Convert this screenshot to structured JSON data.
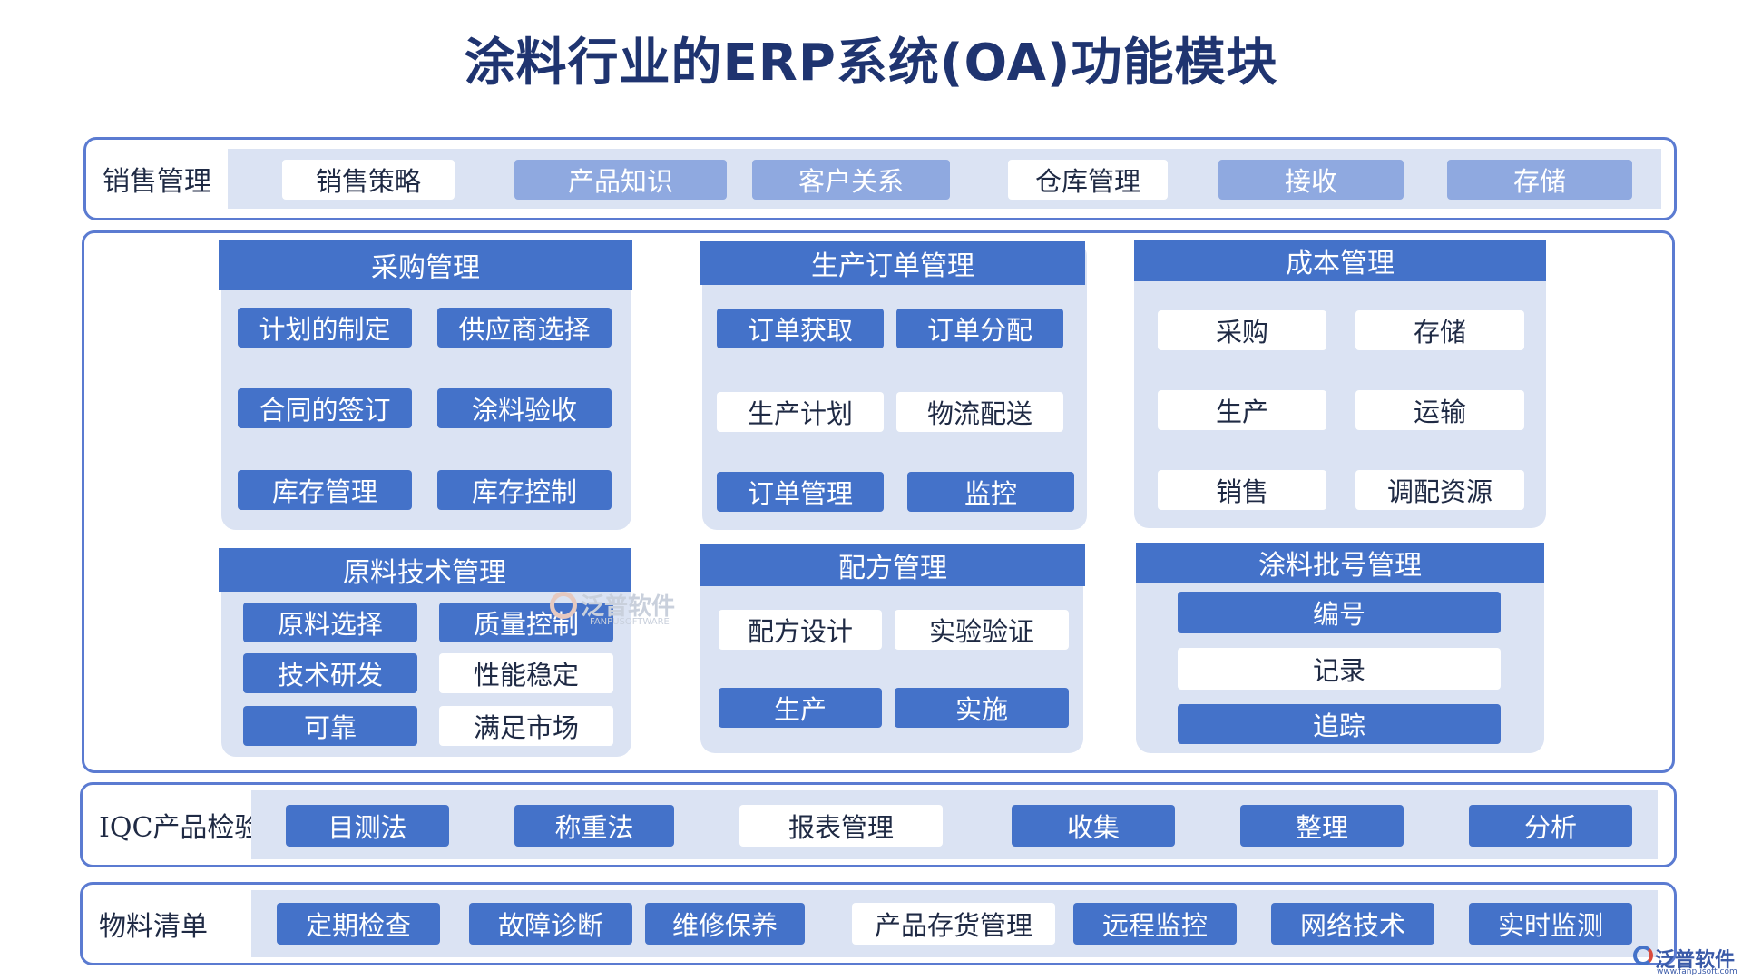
{
  "title": "涂料行业的ERP系统(OA)功能模块",
  "sales": {
    "label": "销售管理",
    "items": [
      "销售策略",
      "产品知识",
      "客户关系",
      "仓库管理",
      "接收",
      "存储"
    ]
  },
  "procurement": {
    "label": "采购管理",
    "items": [
      "计划的制定",
      "供应商选择",
      "合同的签订",
      "涂料验收",
      "库存管理",
      "库存控制"
    ]
  },
  "production_order": {
    "label": "生产订单管理",
    "items": [
      "订单获取",
      "订单分配",
      "生产计划",
      "物流配送",
      "订单管理",
      "监控"
    ]
  },
  "cost": {
    "label": "成本管理",
    "items": [
      "采购",
      "存储",
      "生产",
      "运输",
      "销售",
      "调配资源"
    ]
  },
  "raw_material": {
    "label": "原料技术管理",
    "items": [
      "原料选择",
      "质量控制",
      "技术研发",
      "性能稳定",
      "可靠",
      "满足市场"
    ]
  },
  "formula": {
    "label": "配方管理",
    "items": [
      "配方设计",
      "实验验证",
      "生产",
      "实施"
    ]
  },
  "batch": {
    "label": "涂料批号管理",
    "items": [
      "编号",
      "记录",
      "追踪"
    ]
  },
  "iqc": {
    "label": "IQC产品检验",
    "items": [
      "目测法",
      "称重法",
      "报表管理",
      "收集",
      "整理",
      "分析"
    ]
  },
  "bom": {
    "label": "物料清单",
    "items": [
      "定期检查",
      "故障诊断",
      "维修保养",
      "产品存货管理",
      "远程监控",
      "网络技术",
      "实时监测"
    ]
  },
  "watermark": {
    "center_name": "泛普软件",
    "center_sub": "FANPUSOFTWARE",
    "corner_name": "泛普软件",
    "corner_url": "www.fanpusoft.com"
  },
  "colors": {
    "accent_blue": "#4472c9",
    "light_blue": "#8fa9e0",
    "panel_bg": "#dbe3f3",
    "border": "#5b7bd1",
    "title": "#1f3470"
  }
}
